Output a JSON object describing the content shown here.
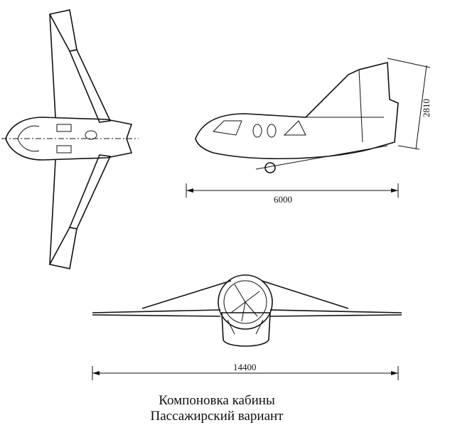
{
  "dimensions": {
    "length": "6000",
    "height": "2810",
    "span": "14400"
  },
  "caption": {
    "line1": "Компоновка кабины",
    "line2": "Пассажирский вариант"
  }
}
